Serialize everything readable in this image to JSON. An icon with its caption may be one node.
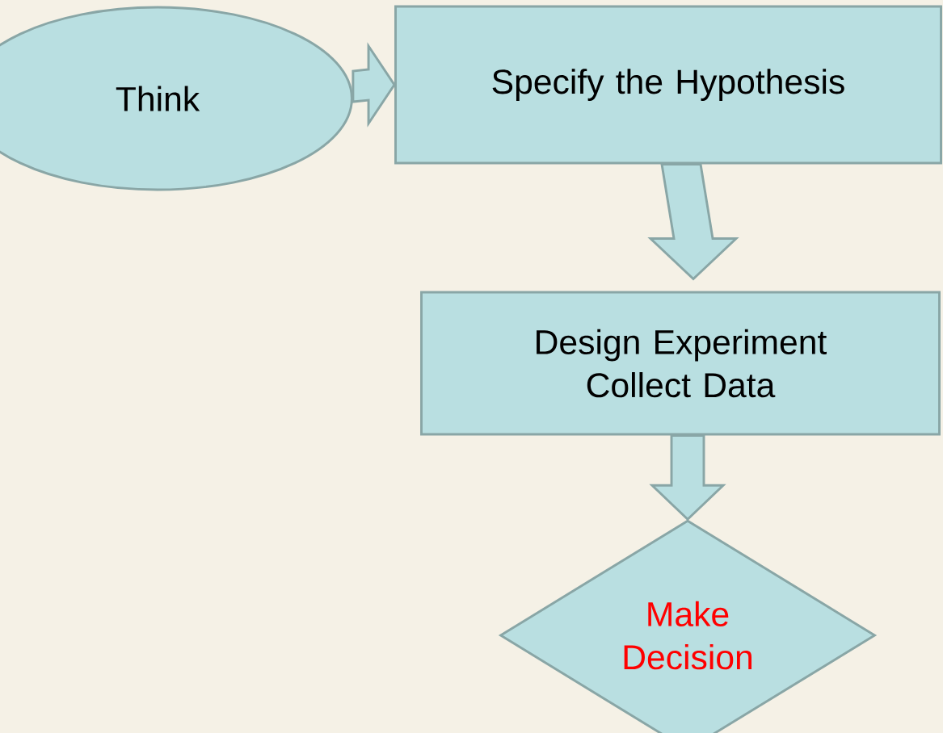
{
  "diagram": {
    "nodes": [
      {
        "text": [
          "Think"
        ]
      },
      {
        "text": [
          "Specify the Hypothesis"
        ]
      },
      {
        "text": [
          "Design Experiment Collect Data"
        ]
      },
      {
        "text": [
          "Make Decision"
        ]
      }
    ],
    "edges": [
      {
        "from": 0,
        "to": 1,
        "arrow": "to"
      },
      {
        "from": 1,
        "to": 2,
        "arrow": "to"
      },
      {
        "from": 2,
        "to": 3,
        "arrow": "to"
      }
    ]
  }
}
